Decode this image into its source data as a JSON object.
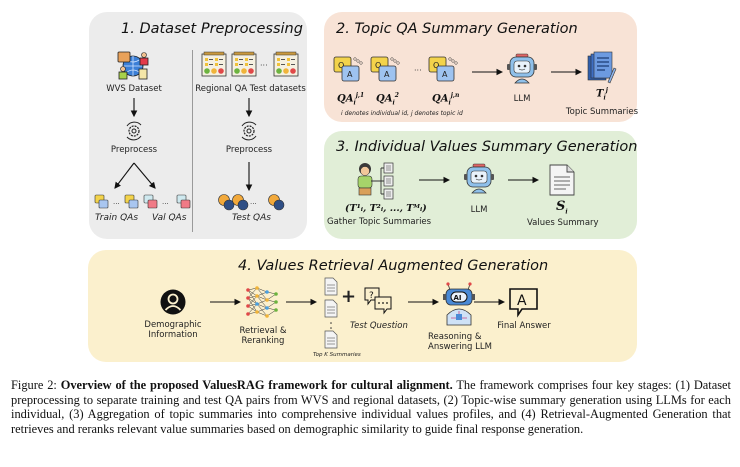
{
  "panels": {
    "dataset_preprocessing": {
      "title": "1. Dataset Preprocessing",
      "wvs_label": "WVS Dataset",
      "regional_label": "Regional QA Test datasets",
      "preprocess_left": "Preprocess",
      "preprocess_right": "Preprocess",
      "train_label": "Train QAs",
      "val_label": "Val QAs",
      "test_label": "Test QAs",
      "ellipsis": "···"
    },
    "topic_qa_summary": {
      "title": "2. Topic QA Summary Generation",
      "qa_items": [
        {
          "base": "QA",
          "sub": "i",
          "sup": "j,1"
        },
        {
          "base": "QA",
          "sub": "i",
          "sup": "2"
        },
        {
          "base": "QA",
          "sub": "i",
          "sup": "j,n"
        }
      ],
      "ellipsis": "···",
      "llm_label": "LLM",
      "output_symbol": {
        "base": "T",
        "sub": "i",
        "sup": "j"
      },
      "output_label": "Topic Summaries",
      "note": "i denotes  individual id, j denotes topic id"
    },
    "individual_values_summary": {
      "title": "3. Individual Values Summary Generation",
      "input_symbol": "(T¹ᵢ, T²ᵢ, ..., Tᴹᵢ)",
      "input_label": "Gather Topic Summaries",
      "llm_label": "LLM",
      "output_symbol": {
        "base": "S",
        "sub": "i"
      },
      "output_label": "Values Summary"
    },
    "values_rag": {
      "title": "4. Values Retrieval Augmented Generation",
      "demographic_label_line1": "Demographic",
      "demographic_label_line2": "Information",
      "retrieval_label_line1": "Retrieval &",
      "retrieval_label_line2": "Reranking",
      "topk_label": "Top K Summaries",
      "plus": "+",
      "question_label": "Test Question",
      "reasoning_label_line1": "Reasoning &",
      "reasoning_label_line2": "Answering LLM",
      "final_label": "Final Answer",
      "answer_glyph": "A",
      "ai_glyph": "AI"
    }
  },
  "caption": {
    "prefix": "Figure 2: ",
    "bold": "Overview of the proposed ValuesRAG framework for cultural alignment.",
    "body": " The framework comprises four key stages: (1) Dataset preprocessing to separate training and test QA pairs from WVS and regional datasets, (2) Topic-wise summary generation using LLMs for each individual, (3) Aggregation of topic summaries into comprehensive individual values profiles, and (4) Retrieval-Augmented Generation that retrieves and reranks relevant value summaries based on demographic similarity to guide final response generation."
  },
  "colors": {
    "panel1_bg": "#ececec",
    "panel2_bg": "#f8e3d6",
    "panel3_bg": "#e1eed7",
    "panel4_bg": "#fbf0cd",
    "q_bubble": "#f3d34a",
    "a_bubble": "#9ec3f0",
    "robot_blue": "#8fc0ea",
    "doc_blue": "#3d6fc4"
  }
}
